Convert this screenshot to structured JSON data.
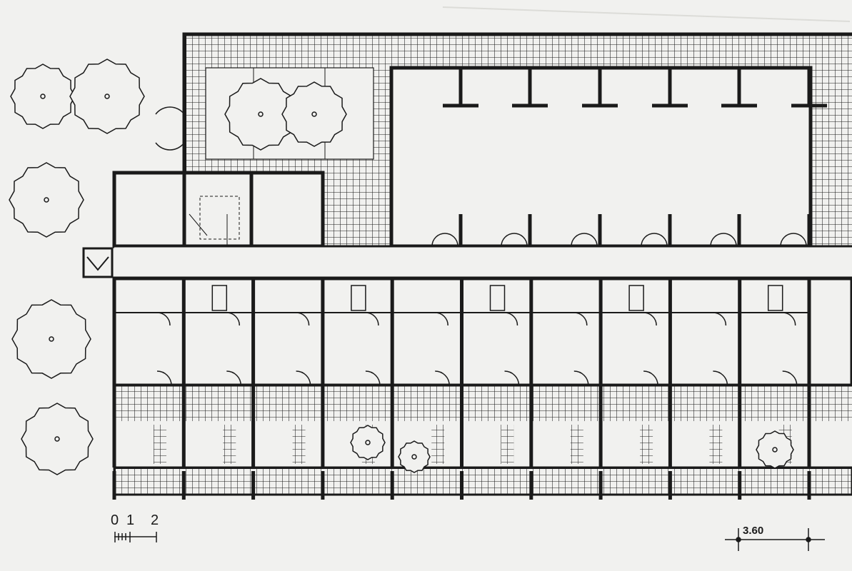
{
  "drawing": {
    "type": "architectural floor plan",
    "scale_bar": {
      "ticks": [
        "0",
        "1",
        "2"
      ]
    },
    "dimension": {
      "label": "3.60"
    },
    "unit_count": 10,
    "colors": {
      "ink": "#1a1a1a",
      "paper": "#f1f1ef",
      "bleed_text": "#d8d8d4"
    }
  }
}
